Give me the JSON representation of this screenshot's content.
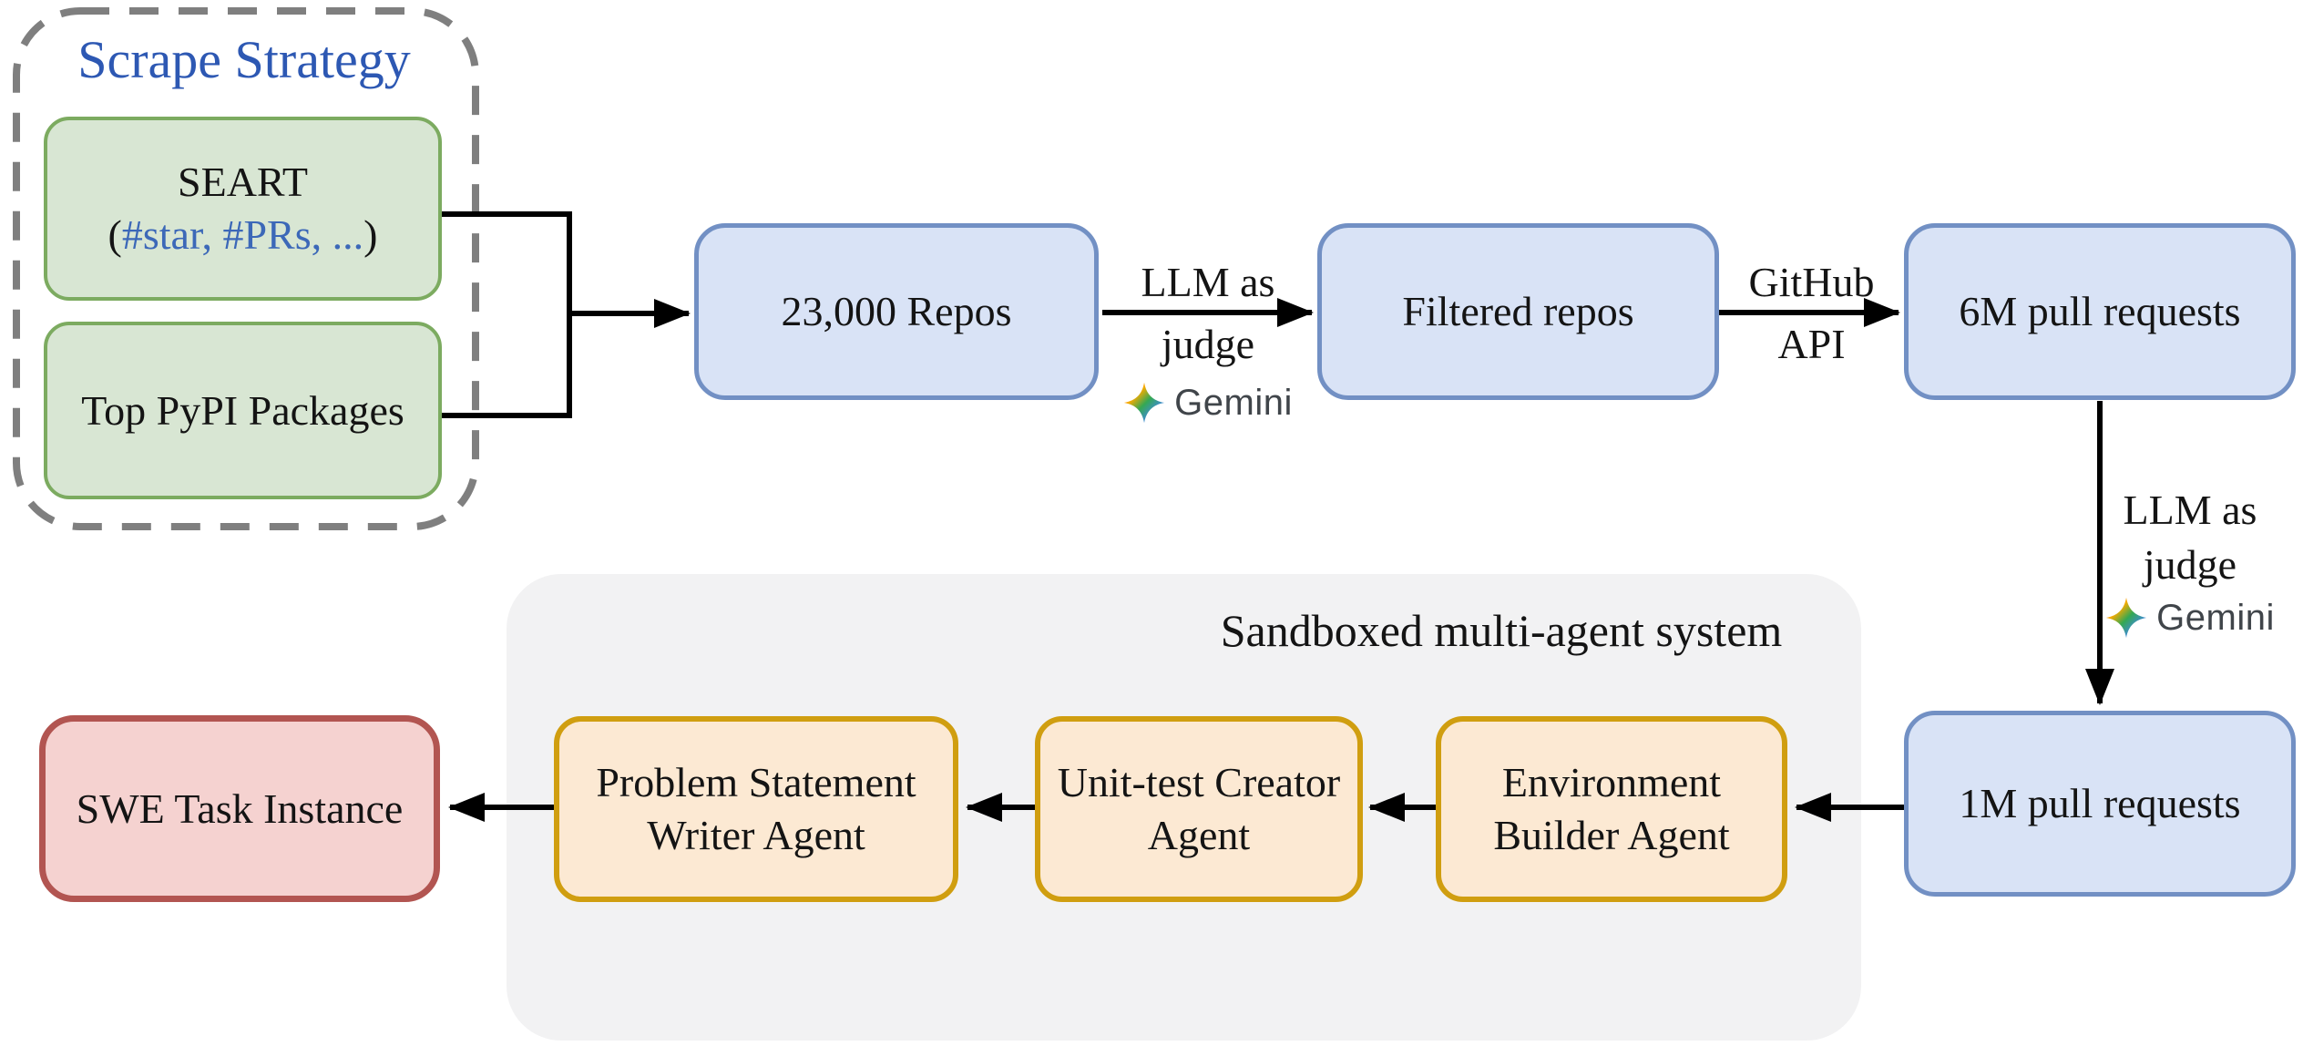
{
  "scrape_strategy": {
    "title": "Scrape Strategy",
    "seart": {
      "name": "SEART",
      "detail_open": "(",
      "detail": "#star, #PRs, ...",
      "detail_close": ")"
    },
    "top_pypi": {
      "label": "Top PyPI Packages"
    }
  },
  "nodes": {
    "repos": "23,000 Repos",
    "filtered": "Filtered repos",
    "pr6m": "6M pull requests",
    "pr1m": "1M pull requests",
    "swe": "SWE Task Instance"
  },
  "edge_labels": {
    "llm_judge_top": {
      "line1": "LLM as",
      "line2": "judge"
    },
    "github_api": {
      "line1": "GitHub",
      "line2": "API"
    },
    "llm_judge_right": {
      "line1": "LLM as",
      "line2": "judge"
    },
    "gemini_wordmark": "Gemini"
  },
  "sandbox": {
    "title": "Sandboxed multi-agent system",
    "agents": [
      {
        "line1": "Problem Statement",
        "line2": "Writer Agent"
      },
      {
        "line1": "Unit-test Creator",
        "line2": "Agent"
      },
      {
        "line1": "Environment",
        "line2": "Builder Agent"
      }
    ]
  },
  "colors": {
    "green_fill": "#d8e6d3",
    "green_stroke": "#7cab60",
    "blue_fill": "#d9e3f6",
    "blue_stroke": "#7290c4",
    "orange_fill": "#fce9d3",
    "orange_stroke": "#d09e10",
    "red_fill": "#f5d2d0",
    "red_stroke": "#b25551",
    "sandbox_fill": "#f2f2f3",
    "dashed_border": "#7f7f7f",
    "title_blue": "#2d58b3",
    "arrow_black": "#000000",
    "gemini_text": "#40454a"
  }
}
